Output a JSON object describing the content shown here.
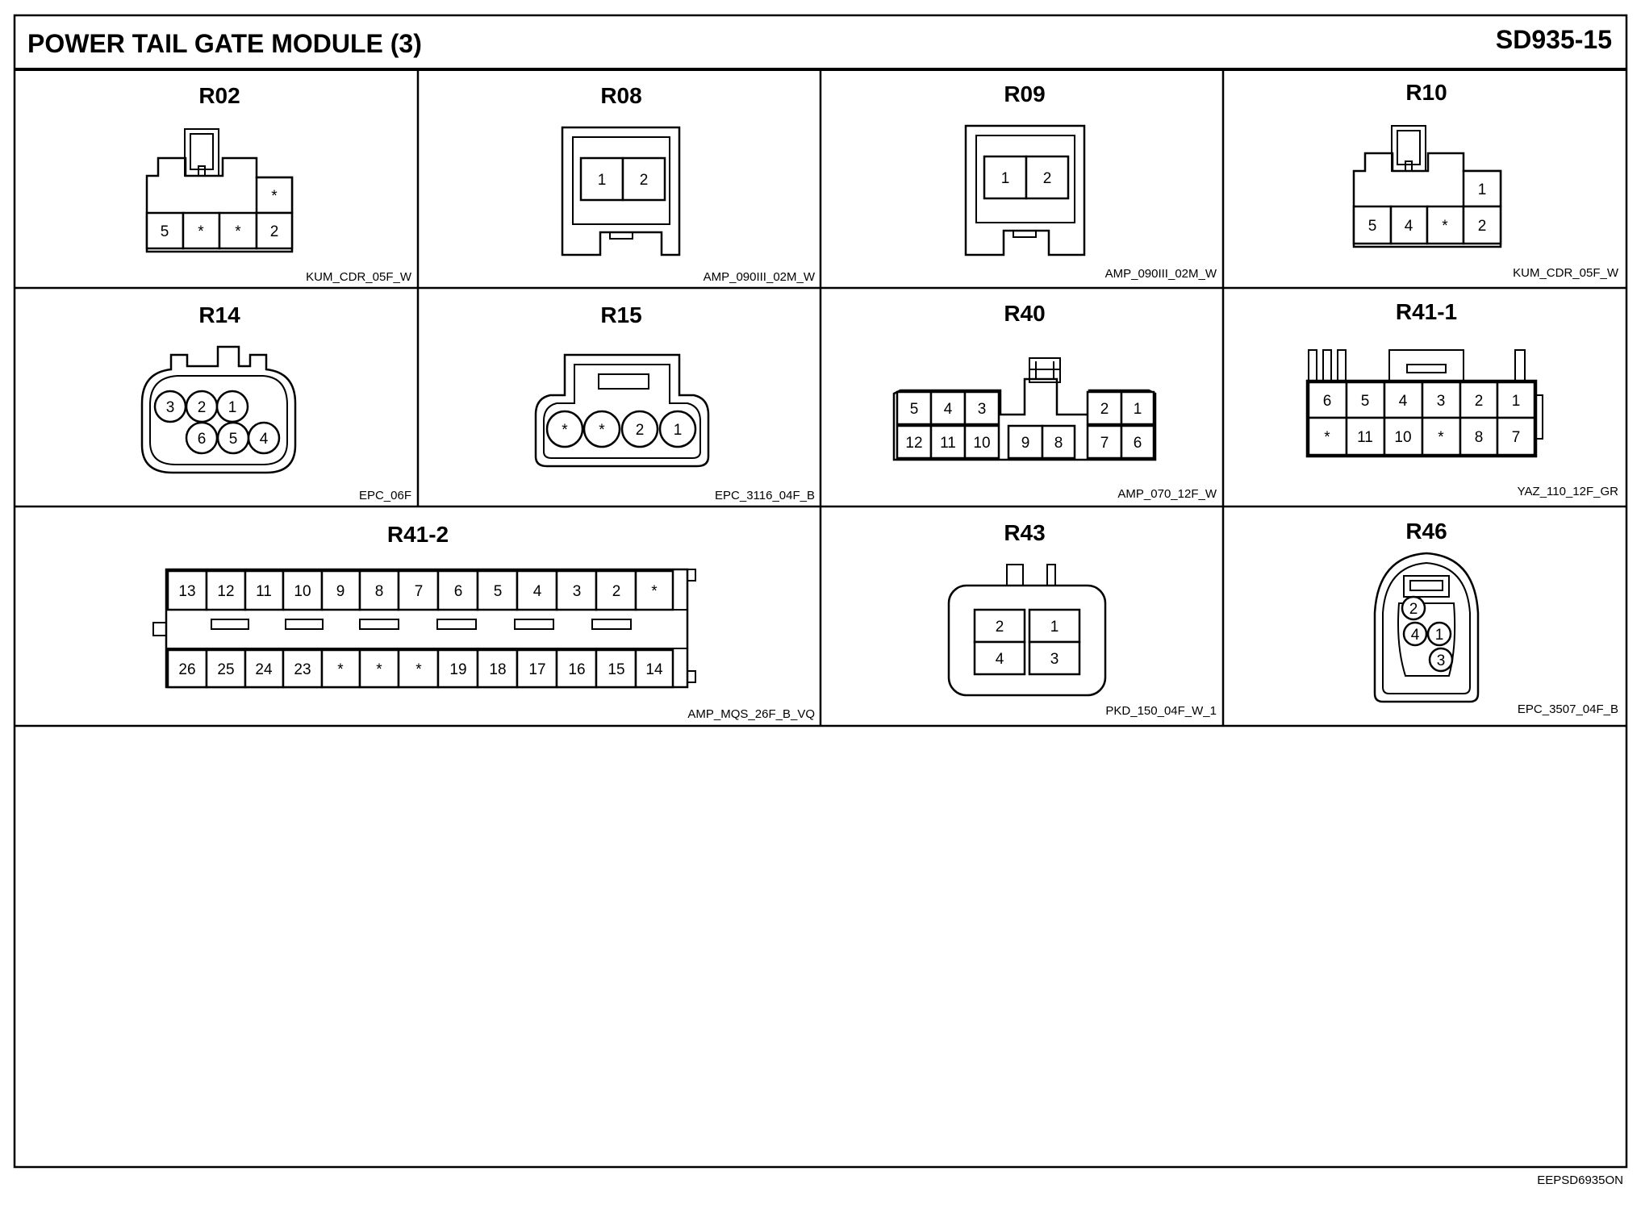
{
  "title": "POWER TAIL GATE MODULE (3)",
  "page_code": "SD935-15",
  "footer_code": "EEPSD6935ON",
  "connectors": {
    "r02": {
      "name": "R02",
      "code": "KUM_CDR_05F_W",
      "pins": [
        "*",
        "5",
        "*",
        "*",
        "2"
      ]
    },
    "r08": {
      "name": "R08",
      "code": "AMP_090III_02M_W",
      "pins": [
        "1",
        "2"
      ]
    },
    "r09": {
      "name": "R09",
      "code": "AMP_090III_02M_W",
      "pins": [
        "1",
        "2"
      ]
    },
    "r10": {
      "name": "R10",
      "code": "KUM_CDR_05F_W",
      "pins": [
        "1",
        "5",
        "4",
        "*",
        "2"
      ]
    },
    "r14": {
      "name": "R14",
      "code": "EPC_06F",
      "pins": [
        "3",
        "2",
        "1",
        "6",
        "5",
        "4"
      ]
    },
    "r15": {
      "name": "R15",
      "code": "EPC_3116_04F_B",
      "pins": [
        "*",
        "*",
        "2",
        "1"
      ]
    },
    "r40": {
      "name": "R40",
      "code": "AMP_070_12F_W",
      "pins": [
        "5",
        "4",
        "3",
        "2",
        "1",
        "12",
        "11",
        "10",
        "9",
        "8",
        "7",
        "6"
      ]
    },
    "r41_1": {
      "name": "R41-1",
      "code": "YAZ_110_12F_GR",
      "pins": [
        "6",
        "5",
        "4",
        "3",
        "2",
        "1",
        "*",
        "11",
        "10",
        "*",
        "8",
        "7"
      ]
    },
    "r41_2": {
      "name": "R41-2",
      "code": "AMP_MQS_26F_B_VQ",
      "pins": [
        "13",
        "12",
        "11",
        "10",
        "9",
        "8",
        "7",
        "6",
        "5",
        "4",
        "3",
        "2",
        "*",
        "26",
        "25",
        "24",
        "23",
        "*",
        "*",
        "*",
        "19",
        "18",
        "17",
        "16",
        "15",
        "14"
      ]
    },
    "r43": {
      "name": "R43",
      "code": "PKD_150_04F_W_1",
      "pins": [
        "2",
        "1",
        "4",
        "3"
      ]
    },
    "r46": {
      "name": "R46",
      "code": "EPC_3507_04F_B",
      "pins": [
        "2",
        "4",
        "1",
        "3"
      ]
    }
  }
}
